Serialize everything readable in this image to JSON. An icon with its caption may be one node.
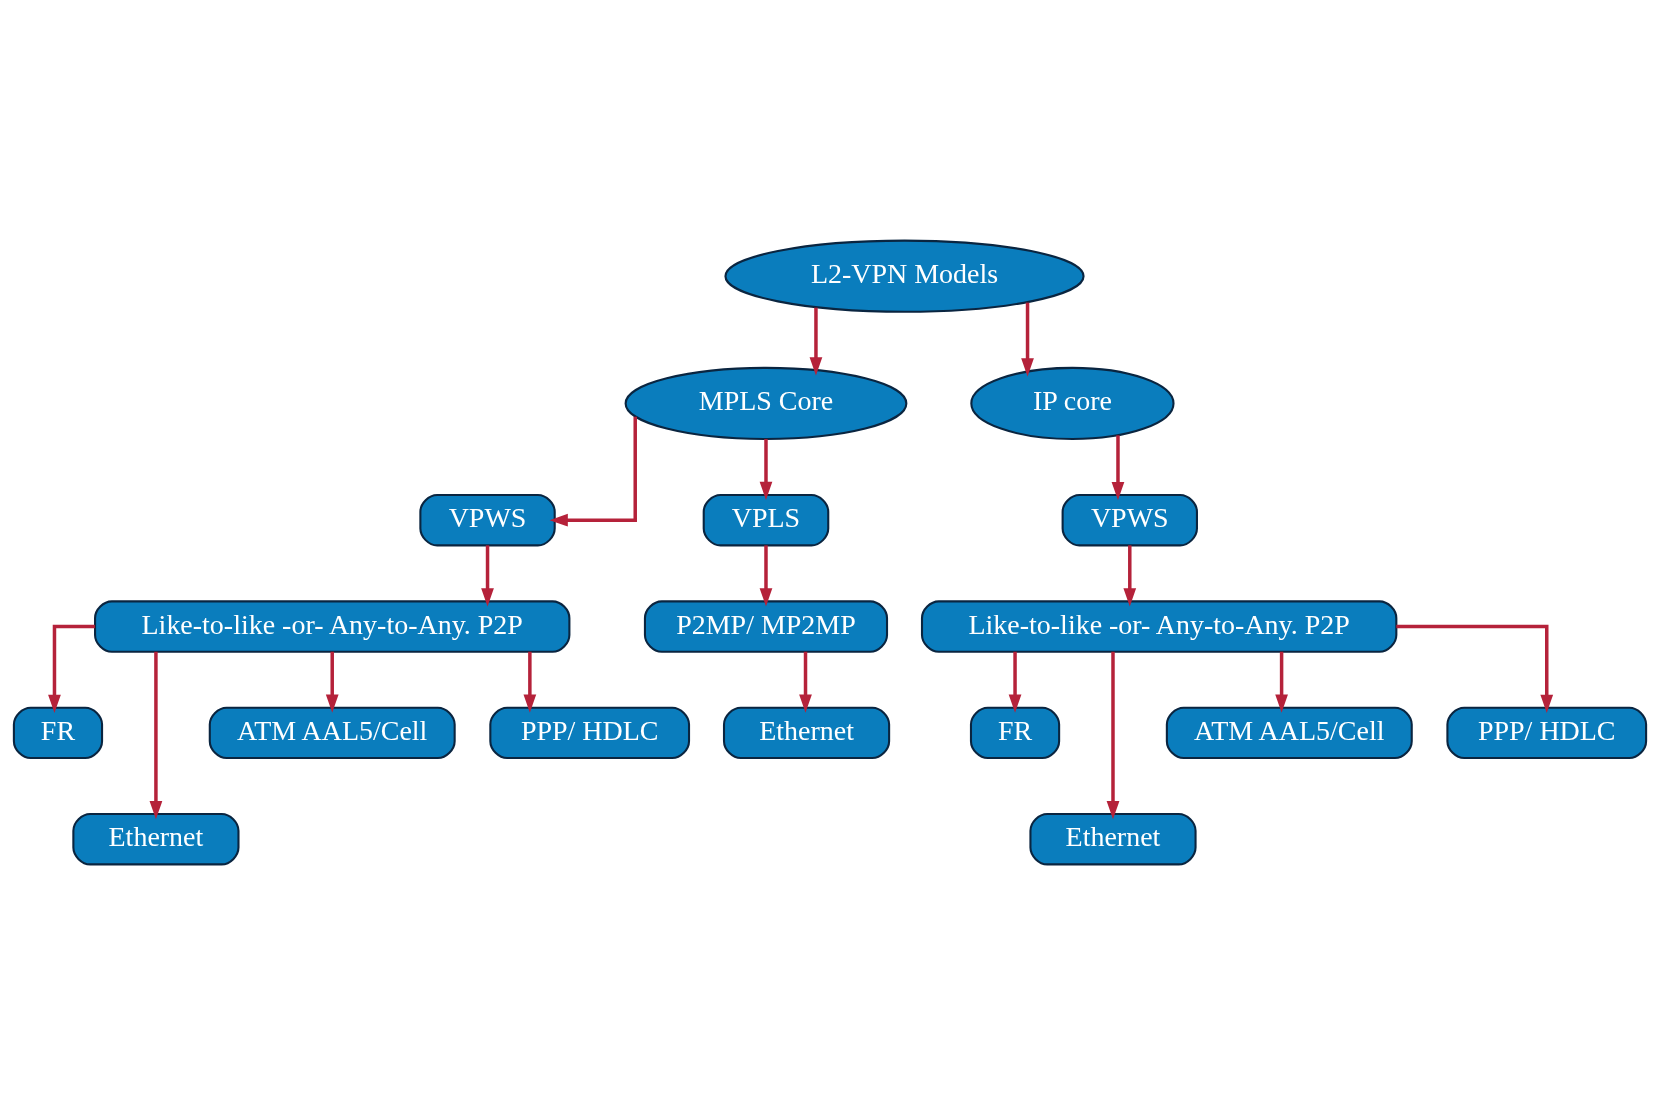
{
  "diagram": {
    "nodes": [
      {
        "text": [
          "L2-VPN Models"
        ]
      },
      {
        "text": [
          "MPLS Core"
        ]
      },
      {
        "text": [
          "IP core"
        ]
      },
      {
        "text": [
          "VPWS"
        ]
      },
      {
        "text": [
          "VPLS"
        ]
      },
      {
        "text": [
          "Like-to-like -or- Any-to-Any. P2P"
        ]
      },
      {
        "text": [
          "P2MP/ MP2MP"
        ]
      },
      {
        "text": [
          "VPWS"
        ]
      },
      {
        "text": [
          "Like-to-like -or- Any-to-Any. P2P"
        ]
      },
      {
        "text": [
          "FR"
        ]
      },
      {
        "text": [
          "Ethernet"
        ]
      },
      {
        "text": [
          "ATM AAL5/Cell"
        ]
      },
      {
        "text": [
          "PPP/ HDLC"
        ]
      },
      {
        "text": [
          "Ethernet"
        ]
      },
      {
        "text": [
          "FR"
        ]
      },
      {
        "text": [
          "Ethernet"
        ]
      },
      {
        "text": [
          "ATM AAL5/Cell"
        ]
      },
      {
        "text": [
          "PPP/ HDLC"
        ]
      }
    ],
    "edges": [
      {
        "from": 0,
        "to": 1,
        "arrow": "to"
      },
      {
        "from": 0,
        "to": 2,
        "arrow": "to"
      },
      {
        "from": 1,
        "to": 3,
        "arrow": "to"
      },
      {
        "from": 1,
        "to": 4,
        "arrow": "to"
      },
      {
        "from": 2,
        "to": 7,
        "arrow": "to"
      },
      {
        "from": 3,
        "to": 5,
        "arrow": "to"
      },
      {
        "from": 4,
        "to": 6,
        "arrow": "to"
      },
      {
        "from": 7,
        "to": 8,
        "arrow": "to"
      },
      {
        "from": 5,
        "to": 9,
        "arrow": "to"
      },
      {
        "from": 5,
        "to": 10,
        "arrow": "to"
      },
      {
        "from": 5,
        "to": 11,
        "arrow": "to"
      },
      {
        "from": 5,
        "to": 12,
        "arrow": "to"
      },
      {
        "from": 6,
        "to": 13,
        "arrow": "to"
      },
      {
        "from": 8,
        "to": 14,
        "arrow": "to"
      },
      {
        "from": 8,
        "to": 15,
        "arrow": "to"
      },
      {
        "from": 8,
        "to": 16,
        "arrow": "to"
      },
      {
        "from": 8,
        "to": 17,
        "arrow": "to"
      }
    ]
  }
}
